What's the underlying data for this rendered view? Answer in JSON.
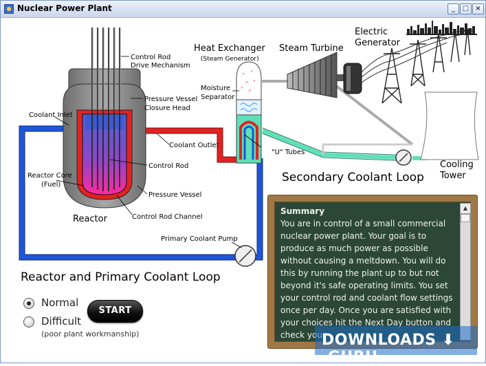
{
  "window": {
    "title": "Nuclear Power Plant"
  },
  "diagram": {
    "control_rod_drive": [
      "Control Rod",
      "Drive Mechanism"
    ],
    "pressure_vessel_head": [
      "Pressure Vessel",
      "Closure Head"
    ],
    "coolant_inlet": "Coolant Inlet",
    "coolant_outlet": "Coolant Outlet",
    "control_rod": "Control Rod",
    "reactor_core": [
      "Reactor Core",
      "(Fuel)"
    ],
    "pressure_vessel": "Pressure Vessel",
    "reactor": "Reactor",
    "control_rod_channel": "Control Rod Channel",
    "primary_pump": "Primary Coolant Pump",
    "primary_loop": "Reactor and Primary Coolant Loop",
    "heat_exchanger": "Heat Exchanger",
    "steam_generator": "(Steam Generator)",
    "moisture_separator": [
      "Moisture",
      "Separator"
    ],
    "u_tubes": "\"U\" Tubes",
    "steam_turbine": "Steam Turbine",
    "electric_generator": [
      "Electric",
      "Generator"
    ],
    "cooling_tower": [
      "Cooling",
      "Tower"
    ],
    "secondary_loop": "Secondary Coolant Loop"
  },
  "controls": {
    "normal": "Normal",
    "difficult": "Difficult",
    "difficult_note": "(poor plant workmanship)",
    "start": "START",
    "selected": "normal"
  },
  "summary": {
    "title": "Summary",
    "body": "You are in control of a small commercial nuclear power plant. Your goal is to produce as much power as possible without causing a meltdown. You will do this by running the plant up to but not beyond it's safe operating limits. You set your control rod and coolant flow settings once per day. Once you are satisfied with your choices hit the Next Day button and check your"
  },
  "watermark": "DOWNLOADS ⬇ .GURU",
  "colors": {
    "primary_hot": "#e22222",
    "primary_cold": "#1f55d8",
    "secondary": "#5fe0b8",
    "board": "#2c4737"
  }
}
